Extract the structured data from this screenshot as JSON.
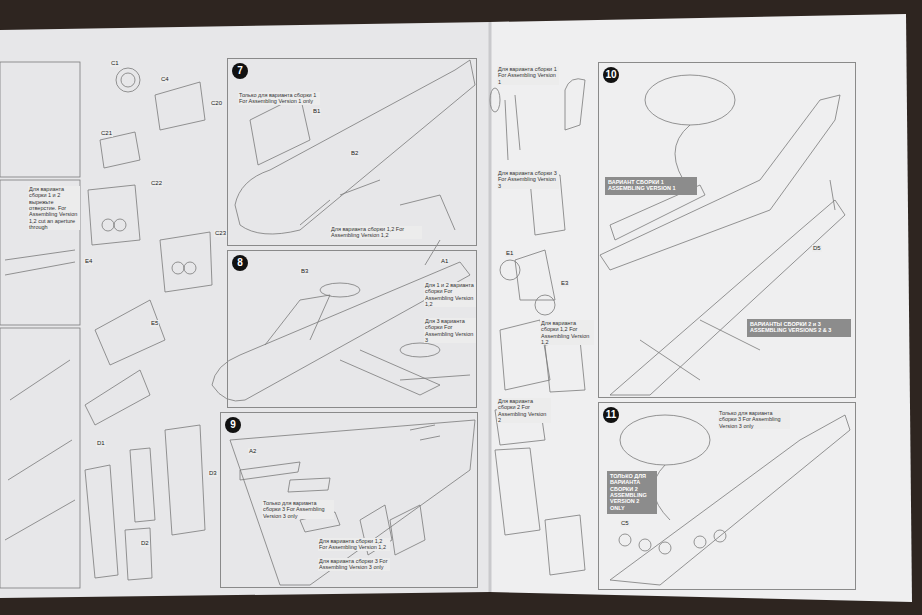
{
  "diagram": {
    "nodes": [
      {
        "text": [
          "7"
        ]
      },
      {
        "text": [
          "8"
        ]
      },
      {
        "text": [
          "9"
        ]
      },
      {
        "text": [
          "10"
        ]
      },
      {
        "text": [
          "11"
        ]
      },
      {
        "text": [
          "ВАРИАНТ СБОРКИ 1 ASSEMBLING VERSION 1"
        ],
        "in": 3
      },
      {
        "text": [
          "ВАРИАНТЫ СБОРКИ 2 и 3 ASSEMBLING VERSIONS 2 & 3"
        ],
        "in": 3
      },
      {
        "text": [
          "ТОЛЬКО ДЛЯ ВАРИАНТА СБОРКИ 2 ASSEMBLING VERSION 2 ONLY"
        ],
        "in": 4
      }
    ],
    "labels": [
      "Только для варианта сборки 1 For Assembling Version 1 only",
      "Для варианта сборки 1,2 For Assembling Version 1,2",
      "Для 1 и 2 варианта сборки For Assembling Version 1,2",
      "Для 3 варианта сборки For Assembling Version 3",
      "Только для варианта сборки 3 For Assembling Version 3 only",
      "Для варианта сборки 1,2 For Assembling Version 1,2",
      "Для варианта сборки 3 For Assembling Version 3 only",
      "Для варианта сборки 1 For Assembling Version 1",
      "Для варианта сборки 3 For Assembling Version 3",
      "Для варианта сборки 1,2 For Assembling Version 1,2",
      "Для варианта сборки 2 For Assembling Version 2",
      "Только для варианта сборки 3 For Assembling Version 3 only",
      "Для варианта сборки 1 и 2 вырежьте отверстие. For Assembling Version 1,2 cut an aperture through",
      "C1",
      "C4",
      "C20",
      "C21",
      "C22",
      "C23",
      "E4",
      "E5",
      "D1",
      "D2",
      "D3",
      "B1",
      "B2",
      "B3",
      "A1",
      "A2",
      "E1",
      "E3",
      "D5",
      "C5"
    ]
  }
}
